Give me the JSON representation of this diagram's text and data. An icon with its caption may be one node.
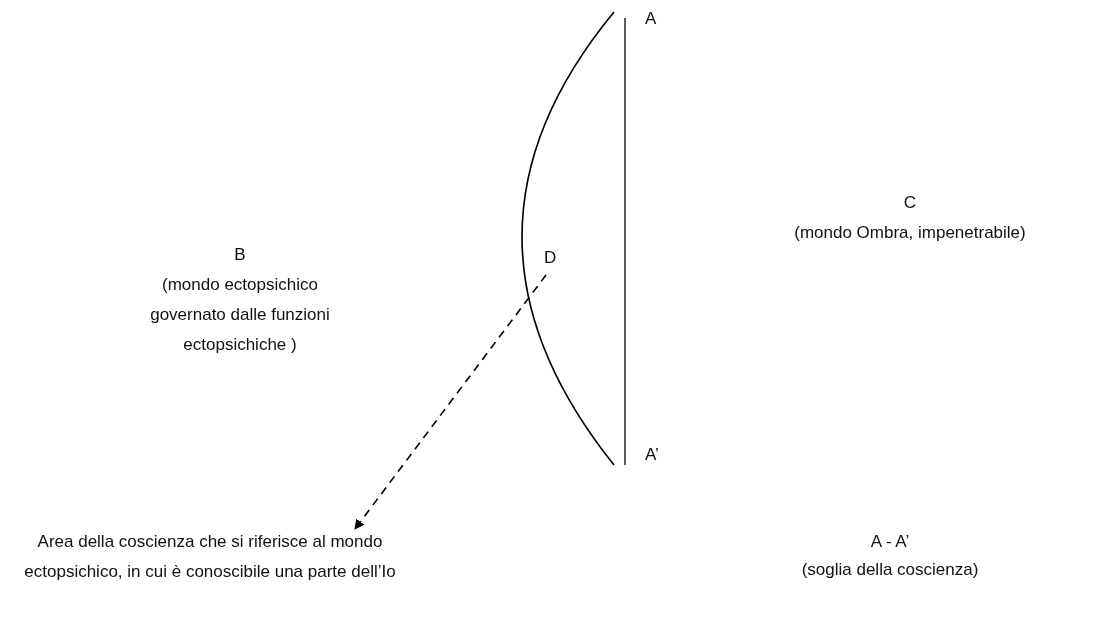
{
  "diagram": {
    "nodes": [
      {
        "text": [
          "B",
          "(mondo ectopsichico governato dalle funzioni ectopsichiche )"
        ]
      },
      {
        "text": [
          "C",
          "(mondo Ombra, impenetrabile)"
        ]
      },
      {
        "text": [
          "D"
        ]
      },
      {
        "text": [
          "Area della coscienza che si riferisce al mondo ectopsichico, in cui è conoscibile una parte dell’Io"
        ]
      }
    ],
    "edges": [
      {
        "from": 2,
        "to": 3,
        "arrow": "to",
        "style": "dashed"
      }
    ],
    "labels": [
      "A",
      "A’",
      "A - A’",
      "(soglia della coscienza)"
    ]
  }
}
